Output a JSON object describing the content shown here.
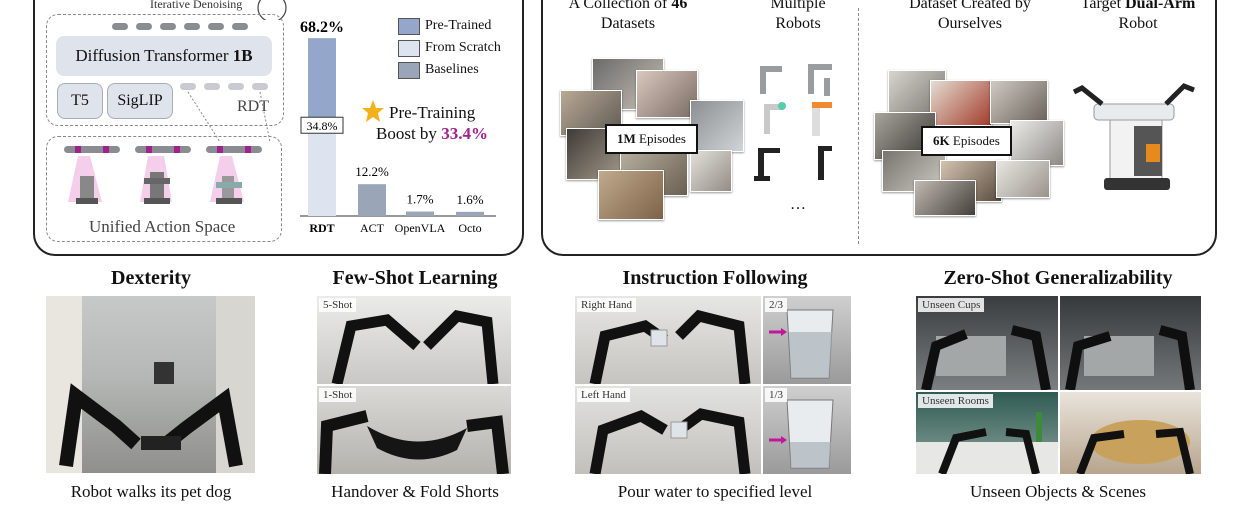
{
  "rdt": {
    "iterative_denoising": "Iterative Denoising",
    "transformer_prefix": "Diffusion Transformer ",
    "transformer_size": "1B",
    "encoder_t5": "T5",
    "encoder_siglip": "SigLIP",
    "rdt_label": "RDT",
    "unified_action_space": "Unified Action Space"
  },
  "chart": {
    "legend": [
      "Pre-Trained",
      "From Scratch",
      "Baselines"
    ],
    "top_label": "68.2%",
    "boost_line1": "Pre-Training",
    "boost_line2_prefix": "Boost by ",
    "boost_value": "33.4%",
    "scratch_label": "34.8%",
    "colors": {
      "pretrained": "#94a6c9",
      "scratch": "#dde4f0",
      "baseline": "#9aa6b8",
      "boost": "#a0228c",
      "star": "#f2b21c"
    }
  },
  "chart_data": {
    "type": "bar",
    "categories": [
      "RDT",
      "ACT",
      "OpenVLA",
      "Octo"
    ],
    "series": [
      {
        "name": "Pre-Trained",
        "values": [
          68.2,
          null,
          null,
          null
        ]
      },
      {
        "name": "From Scratch",
        "values": [
          34.8,
          null,
          null,
          null
        ]
      },
      {
        "name": "Baselines",
        "values": [
          null,
          12.2,
          1.7,
          1.6
        ]
      }
    ],
    "data_labels": [
      "68.2%",
      "34.8%",
      "12.2%",
      "1.7%",
      "1.6%"
    ],
    "ylim": [
      0,
      70
    ]
  },
  "datasets": {
    "collection_line1_prefix": "A Collection of ",
    "collection_count": "46",
    "collection_line2": "Datasets",
    "multiple_line1": "Multiple",
    "multiple_line2": "Robots",
    "episodes_1m_bold": "1M",
    "episodes_1m_rest": " Episodes",
    "ellipsis": "…",
    "created_line1": "Dataset Created by",
    "created_line2": "Ourselves",
    "episodes_6k_bold": "6K",
    "episodes_6k_rest": " Episodes",
    "target_prefix": "Target ",
    "target_bold": "Dual-Arm",
    "target_line2": "Robot"
  },
  "capabilities": [
    {
      "title": "Dexterity",
      "caption": "Robot walks its pet dog"
    },
    {
      "title": "Few-Shot Learning",
      "caption": "Handover & Fold Shorts",
      "tags": [
        "5-Shot",
        "1-Shot"
      ]
    },
    {
      "title": "Instruction Following",
      "caption": "Pour water to specified level",
      "tags": [
        "Right Hand",
        "2/3",
        "Left Hand",
        "1/3"
      ]
    },
    {
      "title": "Zero-Shot Generalizability",
      "caption": "Unseen Objects & Scenes",
      "tags": [
        "Unseen Cups",
        "Unseen Rooms"
      ]
    }
  ]
}
